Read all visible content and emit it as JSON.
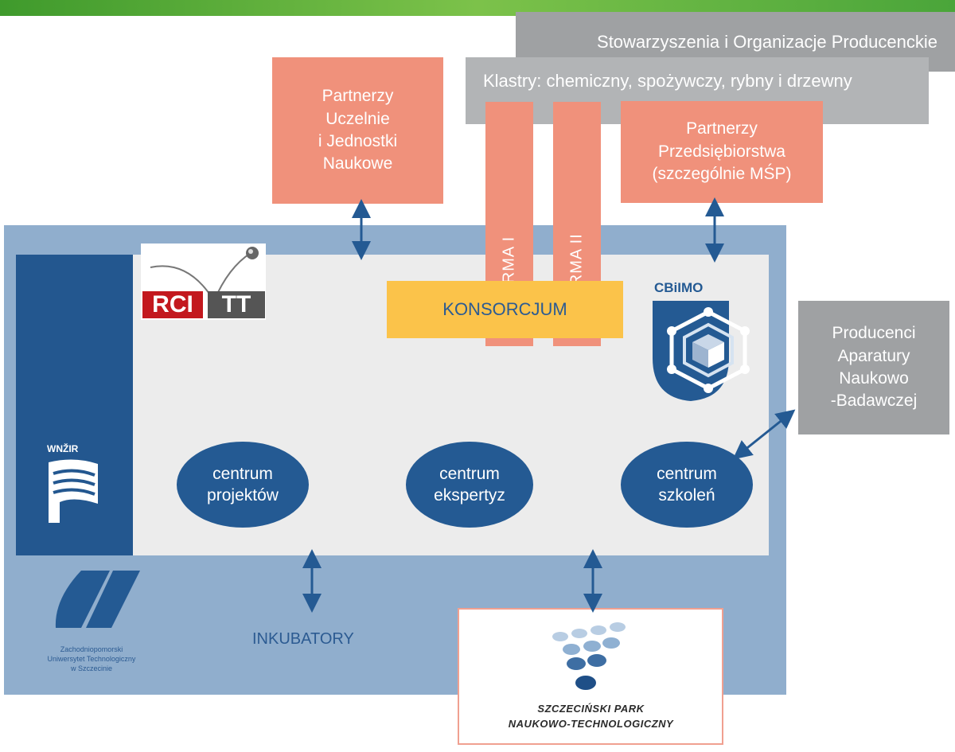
{
  "header_bar": {
    "color": "#5bb33a"
  },
  "boxes": {
    "stowarzyszenia": "Stowarzyszenia i Organizacje Producenckie",
    "klastry": "Klastry: chemiczny, spożywczy, rybny i drzewny",
    "partnerzy_uczelnie": "Partnerzy\nUczelnie\ni Jednostki\nNaukowe",
    "partnerzy_przedsiebiorstwa": "Partnerzy\nPrzedsiębiorstwa\n(szczególnie MŚP)",
    "firma_1": "FIRMA I",
    "firma_2": "FIRMA II",
    "konsorcjum": "KONSORCJUM",
    "producenci": "Producenci\nAparatury\nNaukowo\n-Badawczej"
  },
  "logos": {
    "rcitt_left": "RCI",
    "rcitt_right": "TT",
    "cbimo": "CBiIMO",
    "wnzir": "WNŽIR",
    "zut": "Zachodniopomorski\nUniwersytet Technologiczny\nw Szczecinie",
    "park_line1": "SZCZECIŃSKI PARK",
    "park_line2": "NAUKOWO-TECHNOLOGICZNY"
  },
  "centers": {
    "projektow": "centrum\nprojektów",
    "ekspertyz": "centrum\nekspertyz",
    "szkolen": "centrum\nszkoleń"
  },
  "inkubatory": "INKUBATORY",
  "colors": {
    "outer_frame": "#90aecd",
    "inner_panel": "#ececec",
    "dark_blue": "#245a93",
    "salmon": "#f0917b",
    "grey": "#9fa1a3",
    "yellow": "#fbc34a"
  }
}
